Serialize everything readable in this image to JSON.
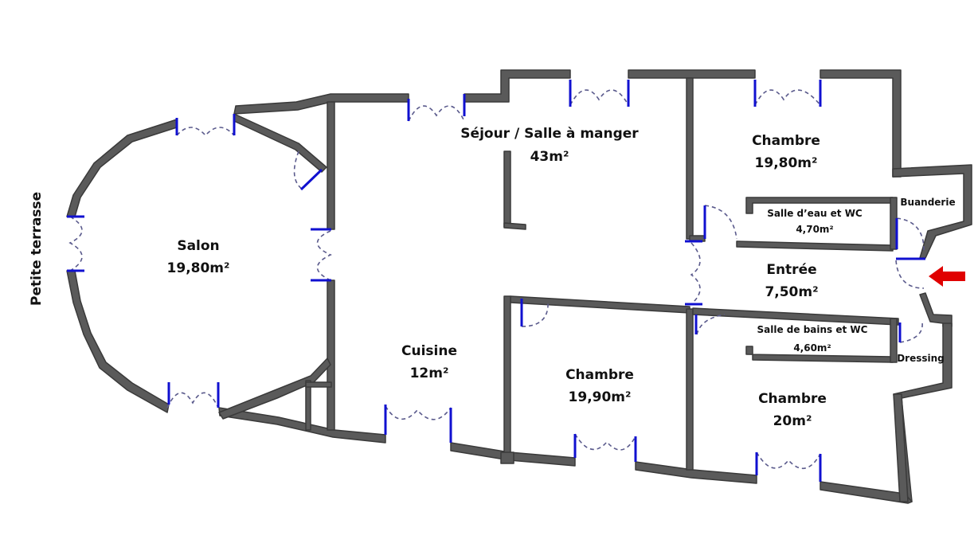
{
  "side_label": "Petite terrasse",
  "rooms": [
    {
      "name": "Salon",
      "area": "19,80m²"
    },
    {
      "name": "Séjour / Salle à manger",
      "area": "43m²"
    },
    {
      "name": "Chambre",
      "area": "19,80m²"
    },
    {
      "name": "Buanderie"
    },
    {
      "name": "Salle d’eau et WC",
      "area": "4,70m²"
    },
    {
      "name": "Entrée",
      "area": "7,50m²"
    },
    {
      "name": "Salle de bains et WC",
      "area": "4,60m²"
    },
    {
      "name": "Dressing"
    },
    {
      "name": "Cuisine",
      "area": "12m²"
    },
    {
      "name": "Chambre",
      "area": "19,90m²"
    },
    {
      "name": "Chambre",
      "area": "20m²"
    }
  ],
  "colors": {
    "wall": "#5a5a5a",
    "door_jamb": "#1010d0",
    "entry_arrow": "#e00000"
  },
  "icons": {
    "entry": "red-arrow-icon"
  }
}
